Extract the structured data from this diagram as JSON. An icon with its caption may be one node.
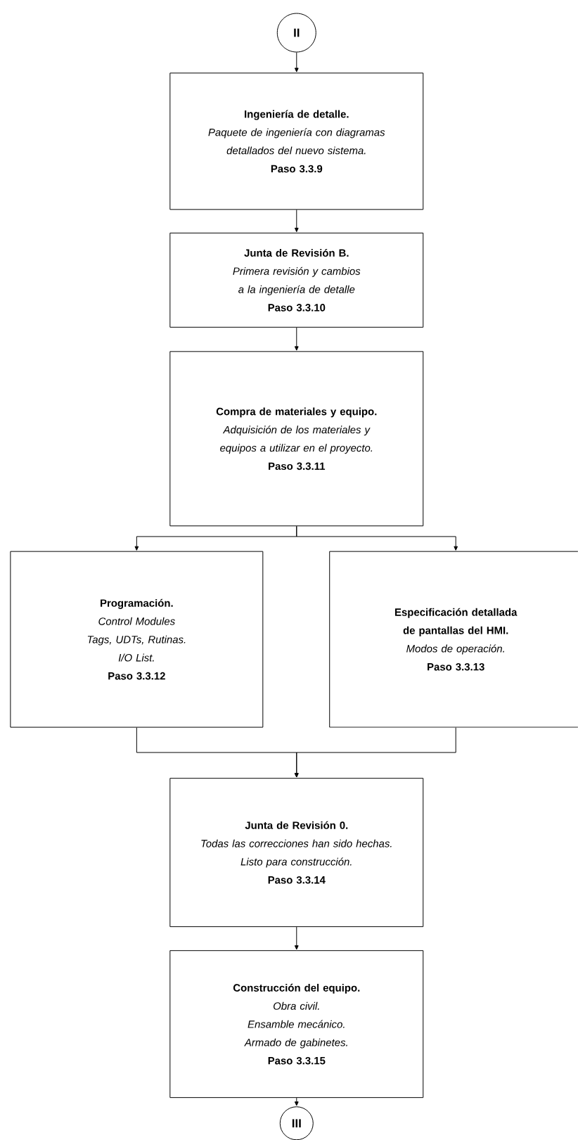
{
  "diagram": {
    "nodes": [
      {
        "text": [
          "II"
        ]
      },
      {
        "text": [
          "Ingeniería de detalle.",
          "Paquete de ingeniería con diagramas detallados del nuevo sistema.",
          "Paso 3.3.9"
        ]
      },
      {
        "text": [
          "Junta de Revisión B.",
          "Primera revisión y cambios a la ingeniería de detalle",
          "Paso 3.3.10"
        ]
      },
      {
        "text": [
          "Compra de materiales y equipo.",
          "Adquisición de los materiales y equipos a utilizar en el proyecto.",
          "Paso 3.3.11"
        ]
      },
      {
        "text": [
          "Programación.",
          "Control Modules",
          "Tags, UDTs, Rutinas.",
          "I/O List.",
          "Paso 3.3.12"
        ]
      },
      {
        "text": [
          "Especificación detallada de pantallas del HMI.",
          "Modos de operación.",
          "Paso 3.3.13"
        ]
      },
      {
        "text": [
          "Junta de Revisión 0.",
          "Todas las correcciones han sido hechas.",
          "Listo para construcción.",
          "Paso 3.3.14"
        ]
      },
      {
        "text": [
          "Construcción del equipo.",
          "Obra civil.",
          "Ensamble mecánico.",
          "Armado de gabinetes.",
          "Paso 3.3.15"
        ]
      },
      {
        "text": [
          "III"
        ]
      }
    ],
    "edges": [
      {
        "from": 0,
        "to": 1,
        "arrow": "to"
      },
      {
        "from": 1,
        "to": 2,
        "arrow": "to"
      },
      {
        "from": 2,
        "to": 3,
        "arrow": "to"
      },
      {
        "from": 3,
        "to": 4,
        "arrow": "to"
      },
      {
        "from": 3,
        "to": 5,
        "arrow": "to"
      },
      {
        "from": 4,
        "to": 6,
        "arrow": "to"
      },
      {
        "from": 5,
        "to": 6,
        "arrow": "to"
      },
      {
        "from": 6,
        "to": 7,
        "arrow": "to"
      },
      {
        "from": 7,
        "to": 8,
        "arrow": "to"
      }
    ]
  }
}
